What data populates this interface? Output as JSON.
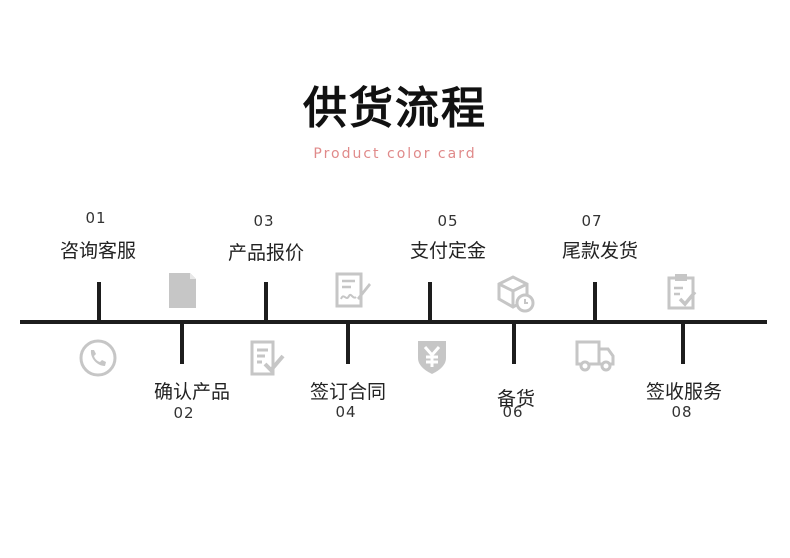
{
  "title": "供货流程",
  "subtitle": "Product color card",
  "accent_color": "#e08a8a",
  "icon_color": "#c6c6c6",
  "steps": [
    {
      "num": "01",
      "label": "咨询客服",
      "icon": "phone-icon"
    },
    {
      "num": "02",
      "label": "确认产品",
      "icon": "document-icon"
    },
    {
      "num": "03",
      "label": "产品报价",
      "icon": "checklist-icon"
    },
    {
      "num": "04",
      "label": "签订合同",
      "icon": "signature-icon"
    },
    {
      "num": "05",
      "label": "支付定金",
      "icon": "yuan-shield-icon"
    },
    {
      "num": "06",
      "label": "备货",
      "icon": "box-clock-icon"
    },
    {
      "num": "07",
      "label": "尾款发货",
      "icon": "truck-icon"
    },
    {
      "num": "08",
      "label": "签收服务",
      "icon": "clipboard-check-icon"
    }
  ]
}
